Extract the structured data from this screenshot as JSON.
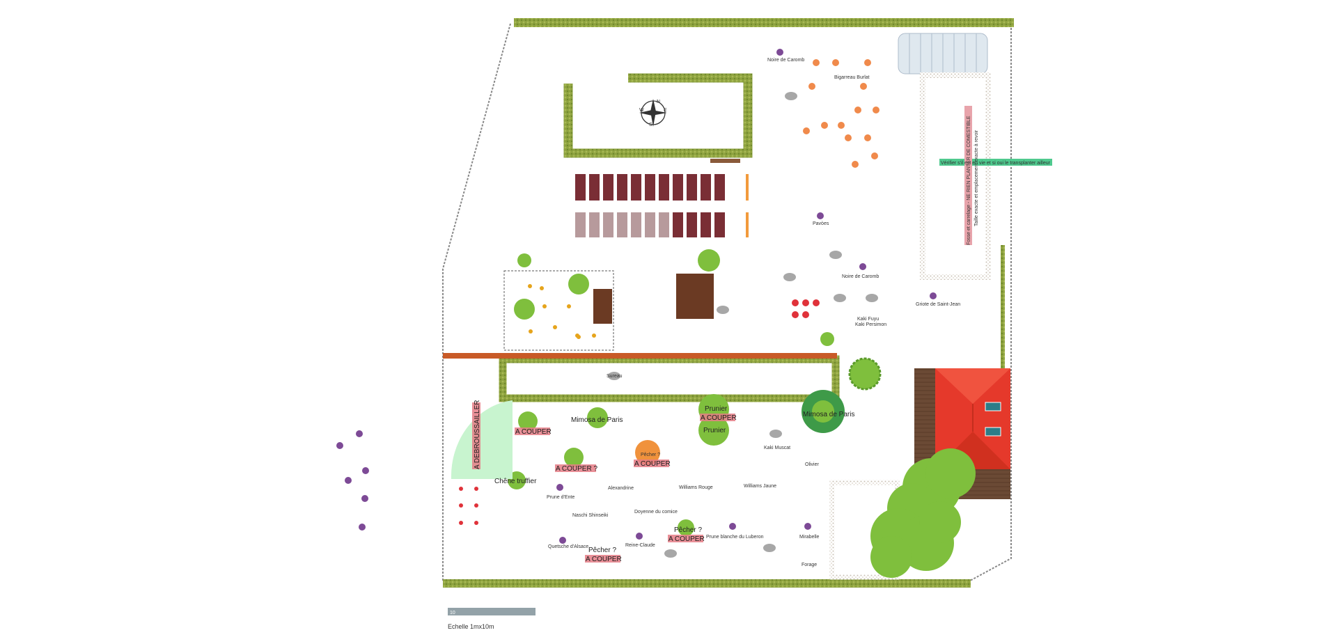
{
  "labels": {
    "noire_caromb_top": "Noire de Caromb",
    "bigarreau": "Bigarreau Burlat",
    "peaches": "Pavòes",
    "noire_caromb_mid": "Noire de Caromb",
    "griotte": "Griote de Saint-Jean",
    "kaki1": "Kaki Fuyu",
    "kaki2": "Kaki Persimon",
    "kaki_muscat": "Kaki Muscat",
    "sureau": "Sureau",
    "williams_rouge": "Williams Rouge",
    "williams_jaune": "Williams Jaune",
    "alexandrine": "Alexandrine",
    "prune_ente": "Prune d'Ente",
    "doyenne": "Doyenne du comice",
    "nashi": "Naschi Shinseiki",
    "quetsche": "Quetsche d'Alsace",
    "reine_claude": "Reine-Claude",
    "prune_blanche": "Prune blanche du Luberon",
    "mirabelle": "Mirabelle",
    "forage": "Forage",
    "olivier": "Olivier"
  },
  "trees": {
    "mimosa_left": "Mimosa de Paris",
    "mimosa_right": "Mimosa de Paris",
    "prunier_top": "Prunier",
    "prunier_bottom": "Prunier",
    "chene": "Chêne truffier",
    "pecher1": "Pêcher ?",
    "pecher2": "Pêcher ?",
    "pecher3": "Pêcher ?"
  },
  "warnings": {
    "a_couper_1": "A COUPER",
    "a_couper_2": "A COUPER ?",
    "a_couper_3": "A COUPER",
    "a_couper_4": "A COUPER",
    "a_couper_5": "A COUPER",
    "a_couper_6": "A COUPER",
    "debroussailler": "A DEBROUSSAILLER"
  },
  "notes": {
    "verifier": "Vérifier s'il est en vie et si oui le transplanter ailleur",
    "fosse": "Fosse et carrelage - NE RIEN PLANTER DE COMESTIBLE",
    "taille": "Taille exacte et emplacement exacte à revoir"
  },
  "scale": {
    "label": "Echelle 1mx10m",
    "bar_text": "10"
  },
  "compass": {
    "n": "N",
    "s": "S",
    "e": "E",
    "w": "W"
  },
  "colors": {
    "hedge": "#8ea23f",
    "roof": "#e5392b",
    "bed_red": "#7a2e35",
    "bed_pink": "#b79a9c",
    "path": "#c85a27",
    "greenhouse": "#dfe8ef",
    "tree_green": "#7fbf3d",
    "note_green": "#4fc98e",
    "warn_pink": "#e57d86"
  }
}
